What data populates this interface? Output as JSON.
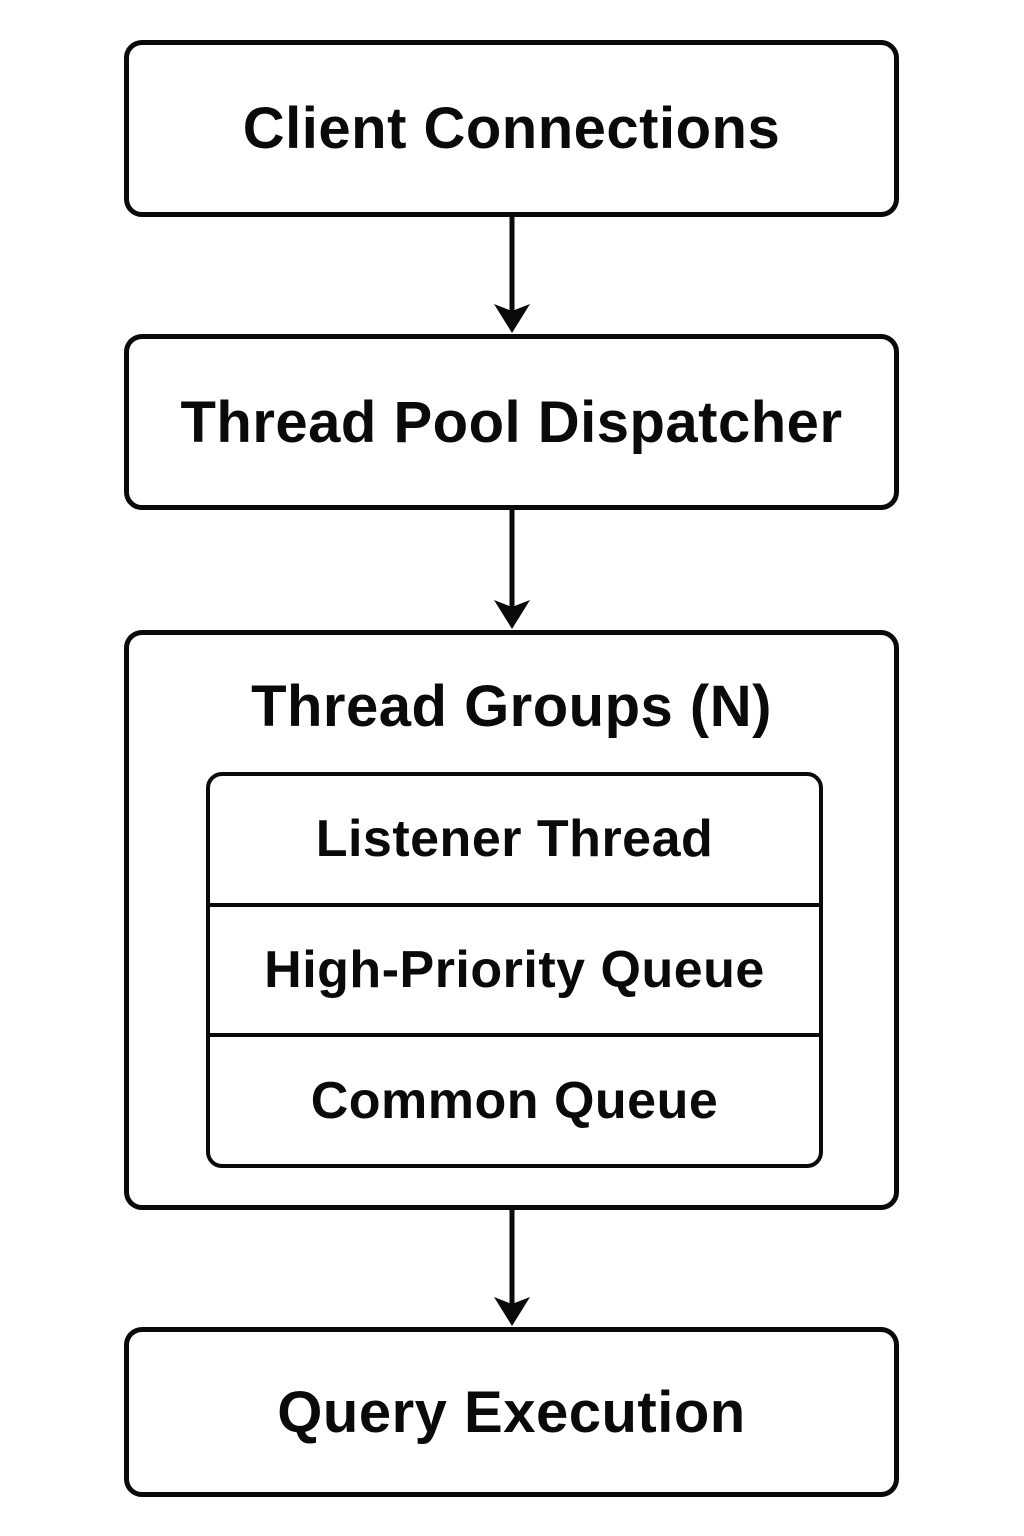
{
  "diagram": {
    "background_color": "#ffffff",
    "stroke_color": "#0a0a0a",
    "nodes": {
      "client_connections": {
        "label": "Client Connections"
      },
      "thread_pool_dispatcher": {
        "label": "Thread Pool Dispatcher"
      },
      "thread_groups": {
        "label": "Thread Groups (N)",
        "children": [
          {
            "label": "Listener Thread"
          },
          {
            "label": "High-Priority Queue"
          },
          {
            "label": "Common Queue"
          }
        ]
      },
      "query_execution": {
        "label": "Query Execution"
      }
    },
    "edges": [
      {
        "from": "client_connections",
        "to": "thread_pool_dispatcher",
        "style": "arrow-down"
      },
      {
        "from": "thread_pool_dispatcher",
        "to": "thread_groups",
        "style": "arrow-down"
      },
      {
        "from": "thread_groups",
        "to": "query_execution",
        "style": "arrow-down"
      }
    ]
  }
}
